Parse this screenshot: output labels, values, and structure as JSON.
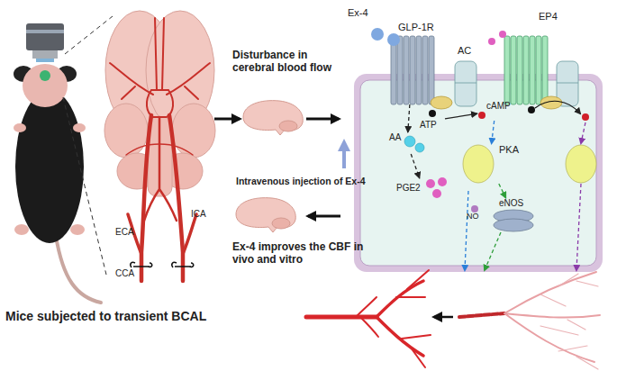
{
  "diagram": {
    "nodes": [
      {
        "text": [
          "GLP-1R"
        ]
      },
      {
        "text": [
          "AC"
        ]
      },
      {
        "text": [
          "EP4"
        ]
      },
      {
        "text": [
          "ATP"
        ]
      },
      {
        "text": [
          "cAMP"
        ]
      },
      {
        "text": [
          "AA"
        ]
      },
      {
        "text": [
          "PGE2"
        ]
      },
      {
        "text": [
          "PKA"
        ]
      },
      {
        "text": [
          "eNOS"
        ]
      },
      {
        "text": [
          "NO"
        ]
      }
    ],
    "edges": [
      {
        "from": 0,
        "to": 5,
        "arrow": "to"
      },
      {
        "from": 5,
        "to": 6,
        "arrow": "to"
      },
      {
        "from": 3,
        "to": 4,
        "arrow": "to"
      },
      {
        "from": 4,
        "to": 7,
        "arrow": "to"
      },
      {
        "from": 7,
        "to": 8,
        "arrow": "to"
      }
    ],
    "labels": [
      "Ex-4",
      "Disturbance in cerebral blood flow",
      "Intravenous injection of Ex-4",
      "Ex-4 improves the CBF in vivo and vitro",
      "Mice subjected to transient BCAL",
      "ECA",
      "ICA",
      "CCA"
    ]
  }
}
